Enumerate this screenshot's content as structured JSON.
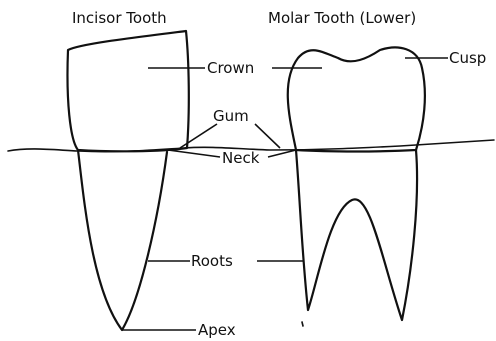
{
  "titles": {
    "incisor": "Incisor Tooth",
    "molar": "Molar Tooth (Lower)"
  },
  "labels": {
    "crown": "Crown",
    "cusp": "Cusp",
    "gum": "Gum",
    "neck": "Neck",
    "roots": "Roots",
    "apex": "Apex"
  }
}
